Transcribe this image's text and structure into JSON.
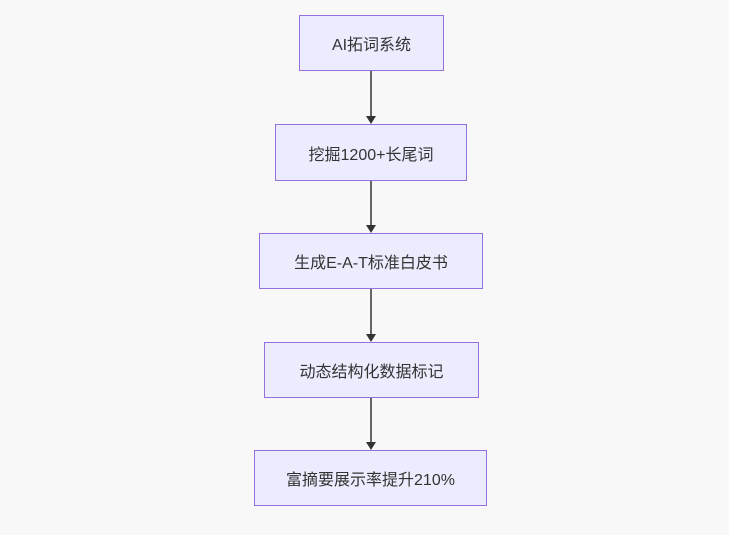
{
  "diagram": {
    "type": "flowchart",
    "direction": "top-down",
    "nodes": [
      {
        "id": "n1",
        "label": "AI拓词系统"
      },
      {
        "id": "n2",
        "label": "挖掘1200+长尾词"
      },
      {
        "id": "n3",
        "label": "生成E-A-T标准白皮书"
      },
      {
        "id": "n4",
        "label": "动态结构化数据标记"
      },
      {
        "id": "n5",
        "label": "富摘要展示率提升210%"
      }
    ],
    "edges": [
      {
        "from": "n1",
        "to": "n2",
        "style": "arrow-down"
      },
      {
        "from": "n2",
        "to": "n3",
        "style": "arrow-down"
      },
      {
        "from": "n3",
        "to": "n4",
        "style": "arrow-down"
      },
      {
        "from": "n4",
        "to": "n5",
        "style": "arrow-down"
      }
    ],
    "colors": {
      "background": "#f8f8f8",
      "node_fill": "#ececff",
      "node_border": "#9370db",
      "node_text": "#333333",
      "edge_line": "#666666",
      "arrowhead": "#333333"
    }
  }
}
